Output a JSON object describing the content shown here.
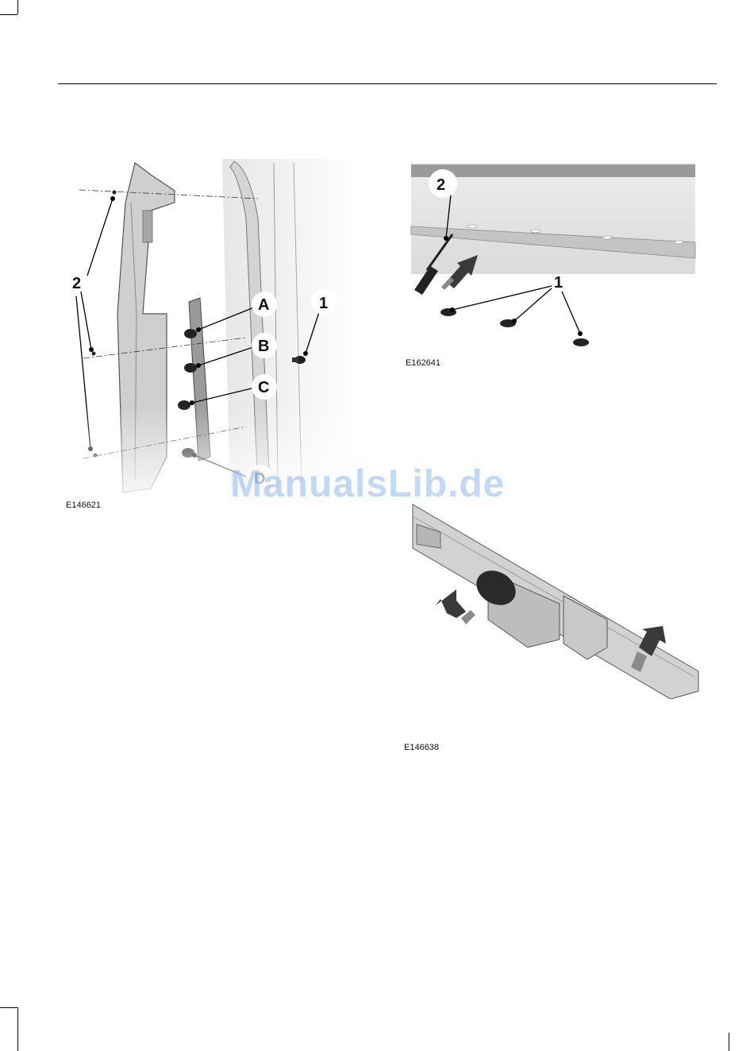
{
  "figures": [
    {
      "code": "E146621",
      "callouts": [
        "2",
        "A",
        "B",
        "C",
        "D",
        "1"
      ]
    },
    {
      "code": "E162641",
      "callouts": [
        "2",
        "1"
      ]
    },
    {
      "code": "E146638",
      "callouts": []
    }
  ],
  "watermark": "ManualsLib.de",
  "colors": {
    "panel": "#c9c9c9",
    "panel_dark": "#8a8a8a",
    "arrow": "#3a3a3a",
    "watermark": "#78aaeb"
  }
}
